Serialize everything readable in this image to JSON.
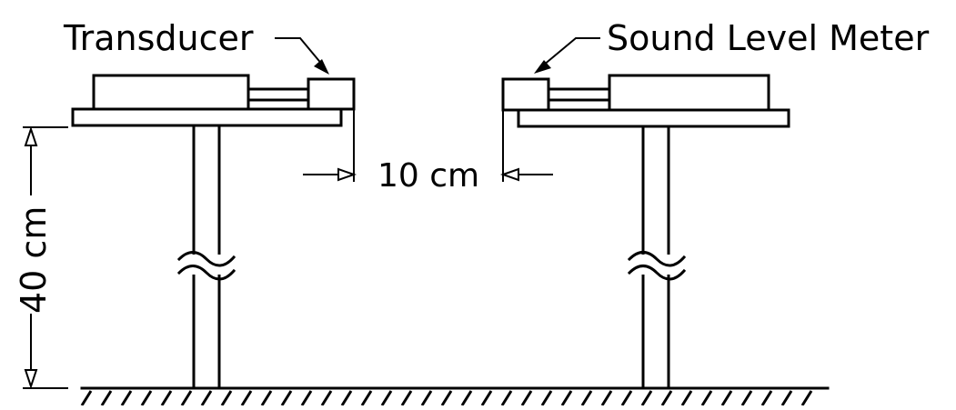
{
  "labels": {
    "transducer": "Transducer",
    "sound_level_meter": "Sound Level Meter",
    "gap": "10 cm",
    "height": "40 cm"
  },
  "colors": {
    "ink": "#000000",
    "paper": "#ffffff"
  }
}
